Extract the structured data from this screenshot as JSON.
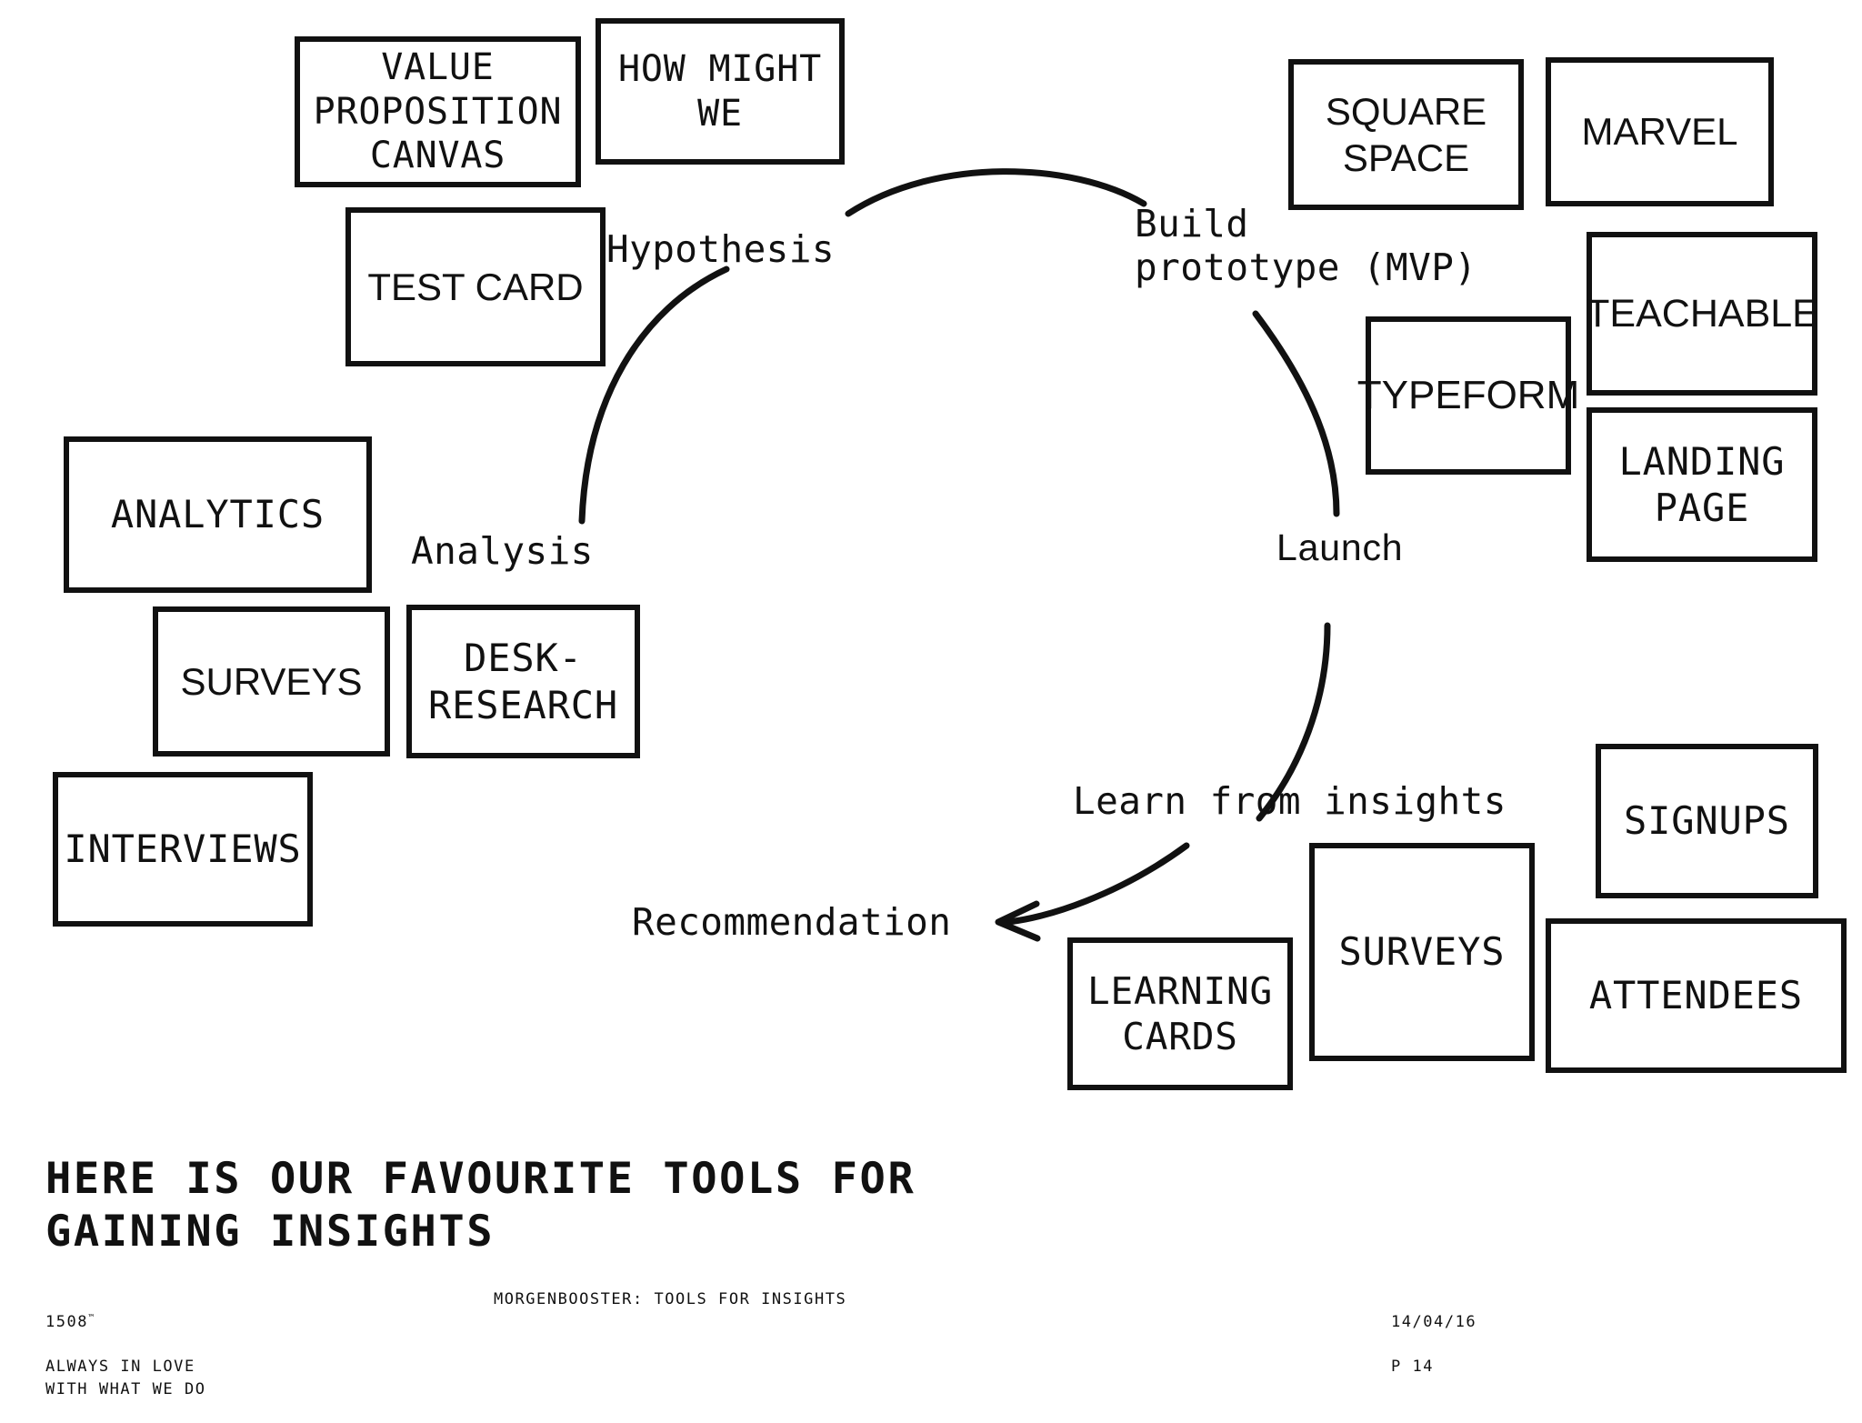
{
  "slide": {
    "headline": "HERE IS OUR FAVOURITE TOOLS FOR\nGAINING INSIGHTS",
    "background_color": "#ffffff",
    "ink_color": "#111111"
  },
  "loop": {
    "description": "Build-measure-learn style circular process loop drawn as four arc segments with one arrowhead",
    "stages": [
      {
        "id": "hypothesis",
        "label": "Hypothesis"
      },
      {
        "id": "build",
        "label": "Build\nprototype (MVP)"
      },
      {
        "id": "launch",
        "label": "Launch"
      },
      {
        "id": "learn",
        "label": "Learn from insights"
      },
      {
        "id": "recommendation",
        "label": "Recommendation"
      },
      {
        "id": "analysis",
        "label": "Analysis"
      }
    ]
  },
  "tool_groups": [
    {
      "id": "hypothesis-tools",
      "stage": "Hypothesis",
      "tools": [
        {
          "label": "VALUE\nPROPOSITION\nCANVAS"
        },
        {
          "label": "HOW MIGHT\nWE"
        },
        {
          "label": "TEST CARD"
        }
      ]
    },
    {
      "id": "build-tools",
      "stage": "Build prototype (MVP)",
      "tools": [
        {
          "label": "SQUARE\nSPACE"
        },
        {
          "label": "MARVEL"
        },
        {
          "label": "TYPEFORM"
        },
        {
          "label": "TEACHABLE"
        },
        {
          "label": "LANDING\nPAGE"
        }
      ]
    },
    {
      "id": "learn-tools",
      "stage": "Learn from insights",
      "tools": [
        {
          "label": "LEARNING\nCARDS"
        },
        {
          "label": "SURVEYS"
        },
        {
          "label": "SIGNUPS"
        },
        {
          "label": "ATTENDEES"
        }
      ]
    },
    {
      "id": "analysis-tools",
      "stage": "Analysis",
      "tools": [
        {
          "label": "ANALYTICS"
        },
        {
          "label": "SURVEYS"
        },
        {
          "label": "DESK-\nRESEARCH"
        },
        {
          "label": "INTERVIEWS"
        }
      ]
    }
  ],
  "footer": {
    "brand_name": "1508",
    "brand_tm": "™",
    "brand_tagline": "ALWAYS IN  LOVE\nWITH WHAT WE DO",
    "center": "MORGENBOOSTER: TOOLS FOR INSIGHTS",
    "date": "14/04/16",
    "page": "P 14"
  }
}
